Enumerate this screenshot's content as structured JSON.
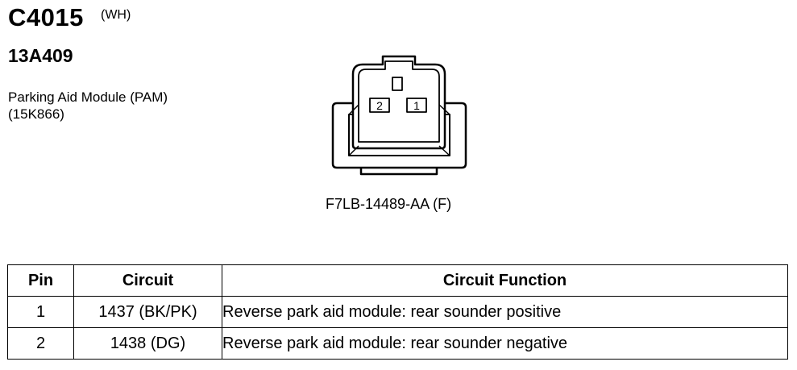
{
  "header": {
    "connector_id": "C4015",
    "color_code": "(WH)",
    "part_number": "13A409",
    "component_name": "Parking Aid Module (PAM)",
    "component_code": "(15K866)"
  },
  "connector": {
    "label": "F7LB-14489-AA (F)",
    "pin_labels": [
      "2",
      "1"
    ]
  },
  "table": {
    "headers": [
      "Pin",
      "Circuit",
      "Circuit Function"
    ],
    "rows": [
      {
        "pin": "1",
        "circuit": "1437 (BK/PK)",
        "function": "Reverse park aid module: rear sounder positive"
      },
      {
        "pin": "2",
        "circuit": "1438 (DG)",
        "function": "Reverse park aid module: rear sounder negative"
      }
    ]
  }
}
